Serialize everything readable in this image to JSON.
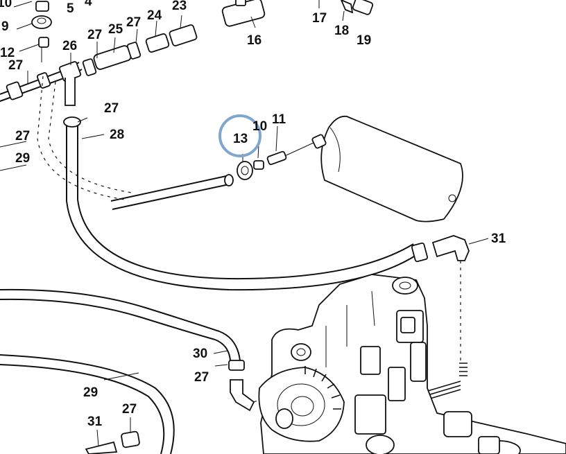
{
  "callouts": {
    "c10_top": "10",
    "c5": "5",
    "c4": "4",
    "c17": "17",
    "c18": "18",
    "c19": "19",
    "c9": "9",
    "c27_a": "27",
    "c24": "24",
    "c23": "23",
    "c16": "16",
    "c12": "12",
    "c26": "26",
    "c27_b": "27",
    "c25": "25",
    "c27_c": "27",
    "c27_d": "27",
    "c27_left": "27",
    "c28": "28",
    "c29_left": "29",
    "c13": "13",
    "c10": "10",
    "c11": "11",
    "c31_right": "31",
    "c30": "30",
    "c27_e": "27",
    "c29": "29",
    "c27_f": "27",
    "c31_bottom": "31"
  },
  "highlight": {
    "target": "13",
    "color": "#7fa6d0"
  }
}
